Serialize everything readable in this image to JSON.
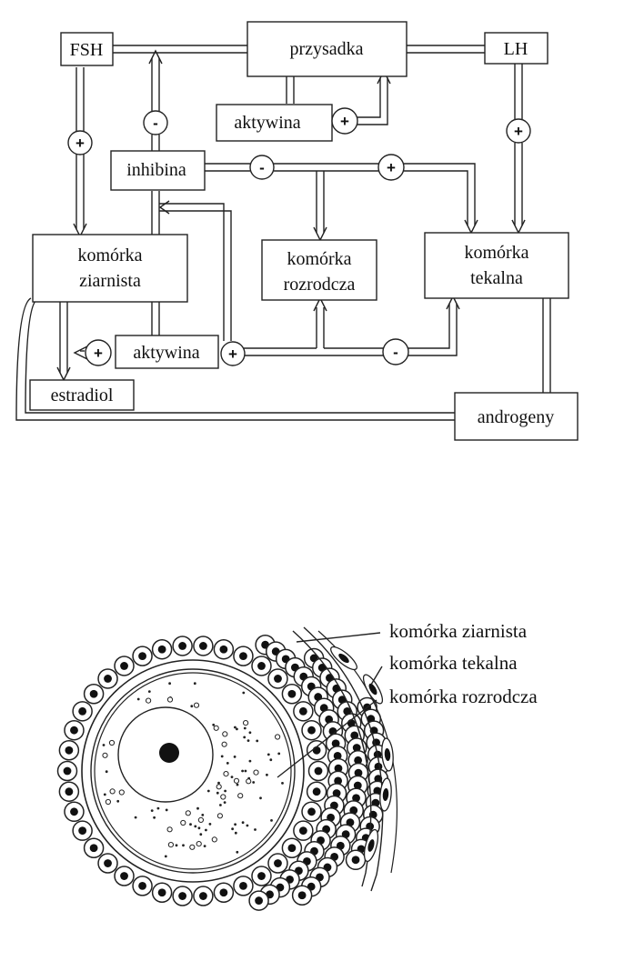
{
  "diagram": {
    "nodes": {
      "fsh": "FSH",
      "pituitary": "przysadka",
      "lh": "LH",
      "activin_top": "aktywina",
      "inhibin": "inhibina",
      "granulosa_line1": "komórka",
      "granulosa_line2": "ziarnista",
      "germ_line1": "komórka",
      "germ_line2": "rozrodcza",
      "theca_line1": "komórka",
      "theca_line2": "tekalna",
      "activin_bottom": "aktywina",
      "estradiol": "estradiol",
      "androgens": "androgeny"
    },
    "signs": {
      "fsh_plus": "+",
      "lh_plus": "+",
      "activin_top_plus": "+",
      "inhibin_pituitary_minus": "-",
      "inhibin_germ_minus": "-",
      "inhibin_theca_plus": "+",
      "activin_estradiol_plus": "+",
      "activin_loop_plus": "+",
      "germ_theca_minus": "-"
    }
  },
  "follicle": {
    "labels": {
      "granulosa": "komórka ziarnista",
      "theca": "komórka tekalna",
      "germ": "komórka rozrodcza"
    }
  }
}
